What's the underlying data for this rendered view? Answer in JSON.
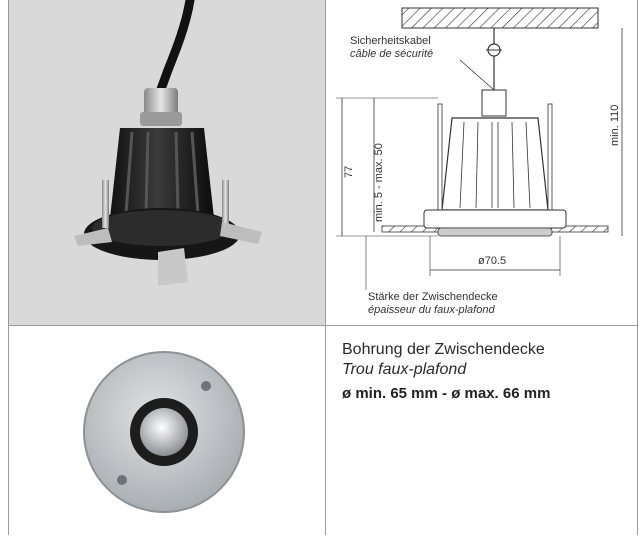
{
  "drawing": {
    "cable_label_de": "Sicherheitskabel",
    "cable_label_fr": "câble de sécurité",
    "dim_depth": "77",
    "dim_ceiling_range": "min. 5 - max. 50",
    "dim_min_height": "min. 110",
    "dim_diameter": "ø70.5",
    "thickness_label_de": "Stärke der Zwischendecke",
    "thickness_label_fr": "épaisseur du faux-plafond"
  },
  "info": {
    "cutout_label_de": "Bohrung der Zwischendecke",
    "cutout_label_fr": "Trou faux-plafond",
    "cutout_size": "ø min. 65 mm - ø max. 66 mm"
  },
  "colors": {
    "photo_background": "#d9d9d9",
    "border": "#9a9a9a",
    "housing": "#1e1e1e",
    "faceplate": "#b8bdc1"
  }
}
